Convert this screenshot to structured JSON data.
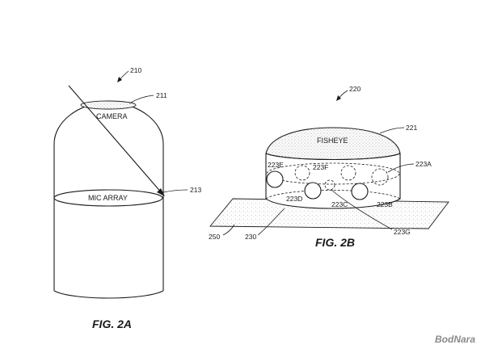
{
  "figure_2a": {
    "caption": "FIG. 2A",
    "device_ref": "210",
    "camera_label": "CAMERA",
    "camera_ref": "211",
    "mic_array_label": "MIC ARRAY",
    "mic_array_ref": "213"
  },
  "figure_2b": {
    "caption": "FIG. 2B",
    "device_ref": "220",
    "fisheye_label": "FISHEYE",
    "fisheye_ref": "221",
    "mic_refs": {
      "a": "223A",
      "b": "223B",
      "c": "223C",
      "d": "223D",
      "e": "223E",
      "f": "223F",
      "g": "223G"
    },
    "surface_ref": "250",
    "base_ref": "230"
  },
  "watermark": "BodNara"
}
